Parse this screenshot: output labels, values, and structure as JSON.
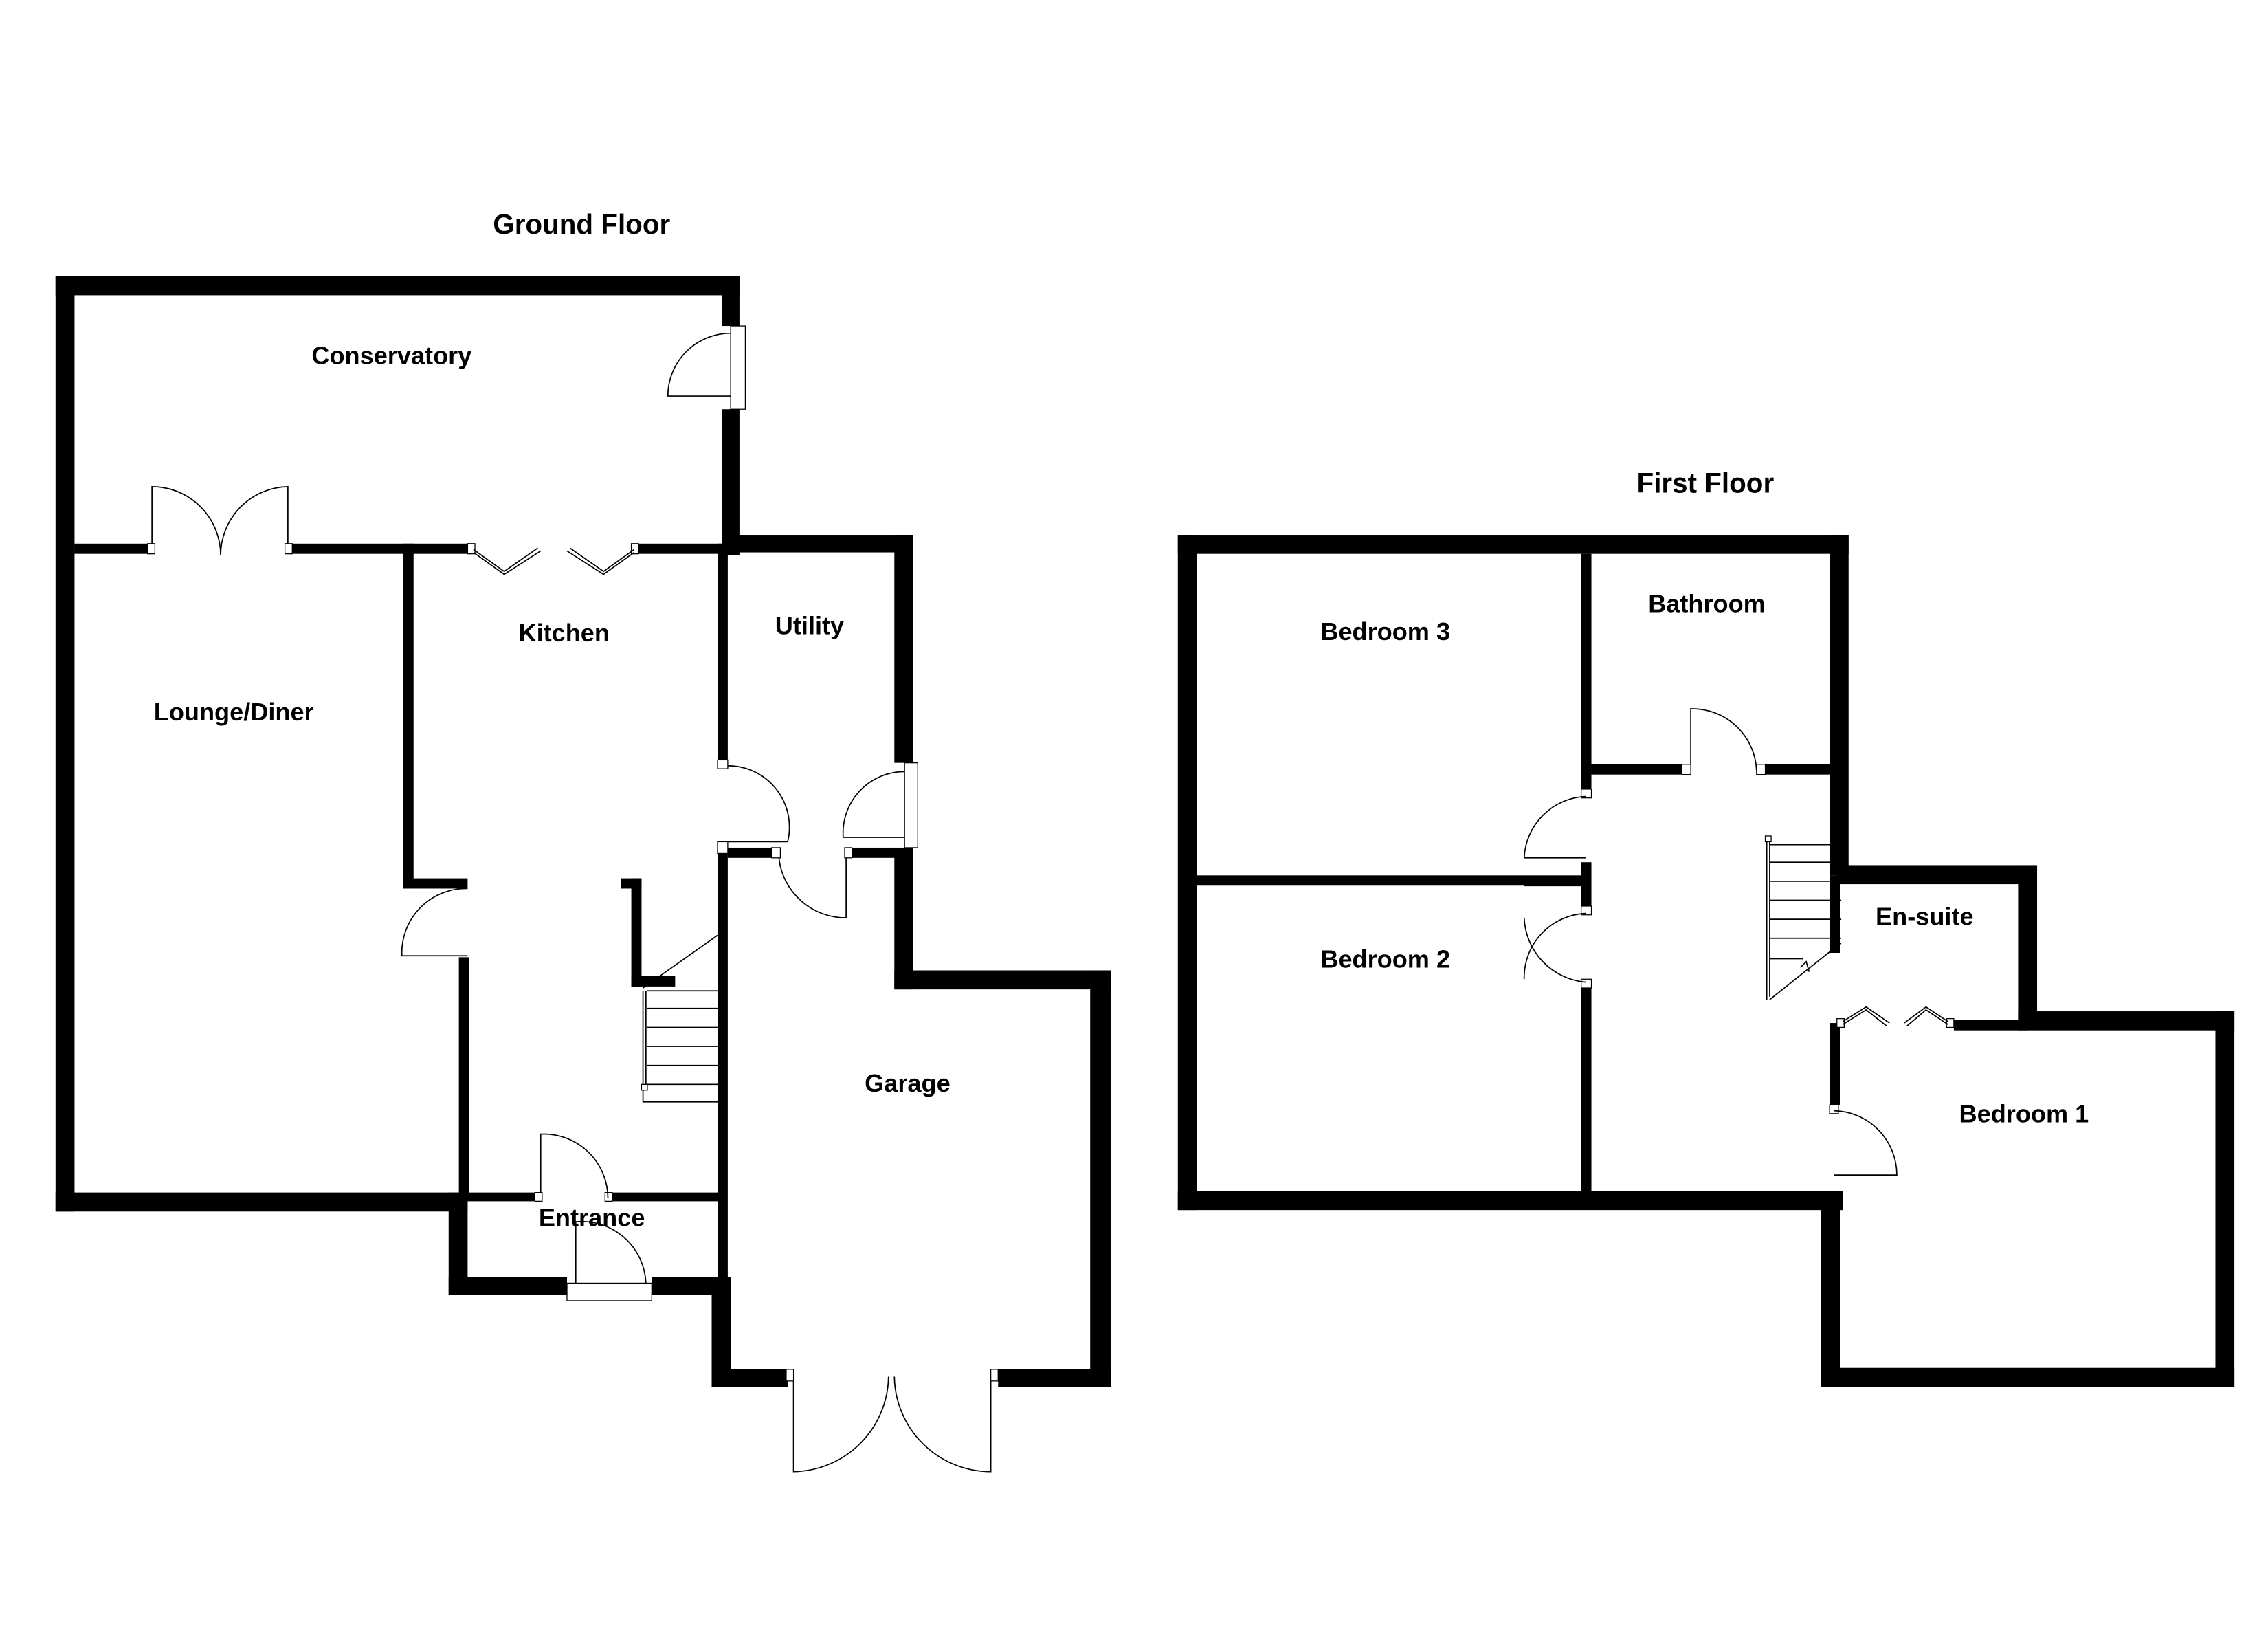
{
  "colors": {
    "wall": "#000000",
    "background": "#ffffff"
  },
  "ground_floor": {
    "title": "Ground Floor",
    "rooms": {
      "conservatory": "Conservatory",
      "lounge_diner": "Lounge/Diner",
      "kitchen": "Kitchen",
      "utility": "Utility",
      "garage": "Garage",
      "entrance": "Entrance"
    }
  },
  "first_floor": {
    "title": "First Floor",
    "rooms": {
      "bedroom_3": "Bedroom 3",
      "bathroom": "Bathroom",
      "bedroom_2": "Bedroom 2",
      "en_suite": "En-suite",
      "bedroom_1": "Bedroom 1"
    }
  }
}
